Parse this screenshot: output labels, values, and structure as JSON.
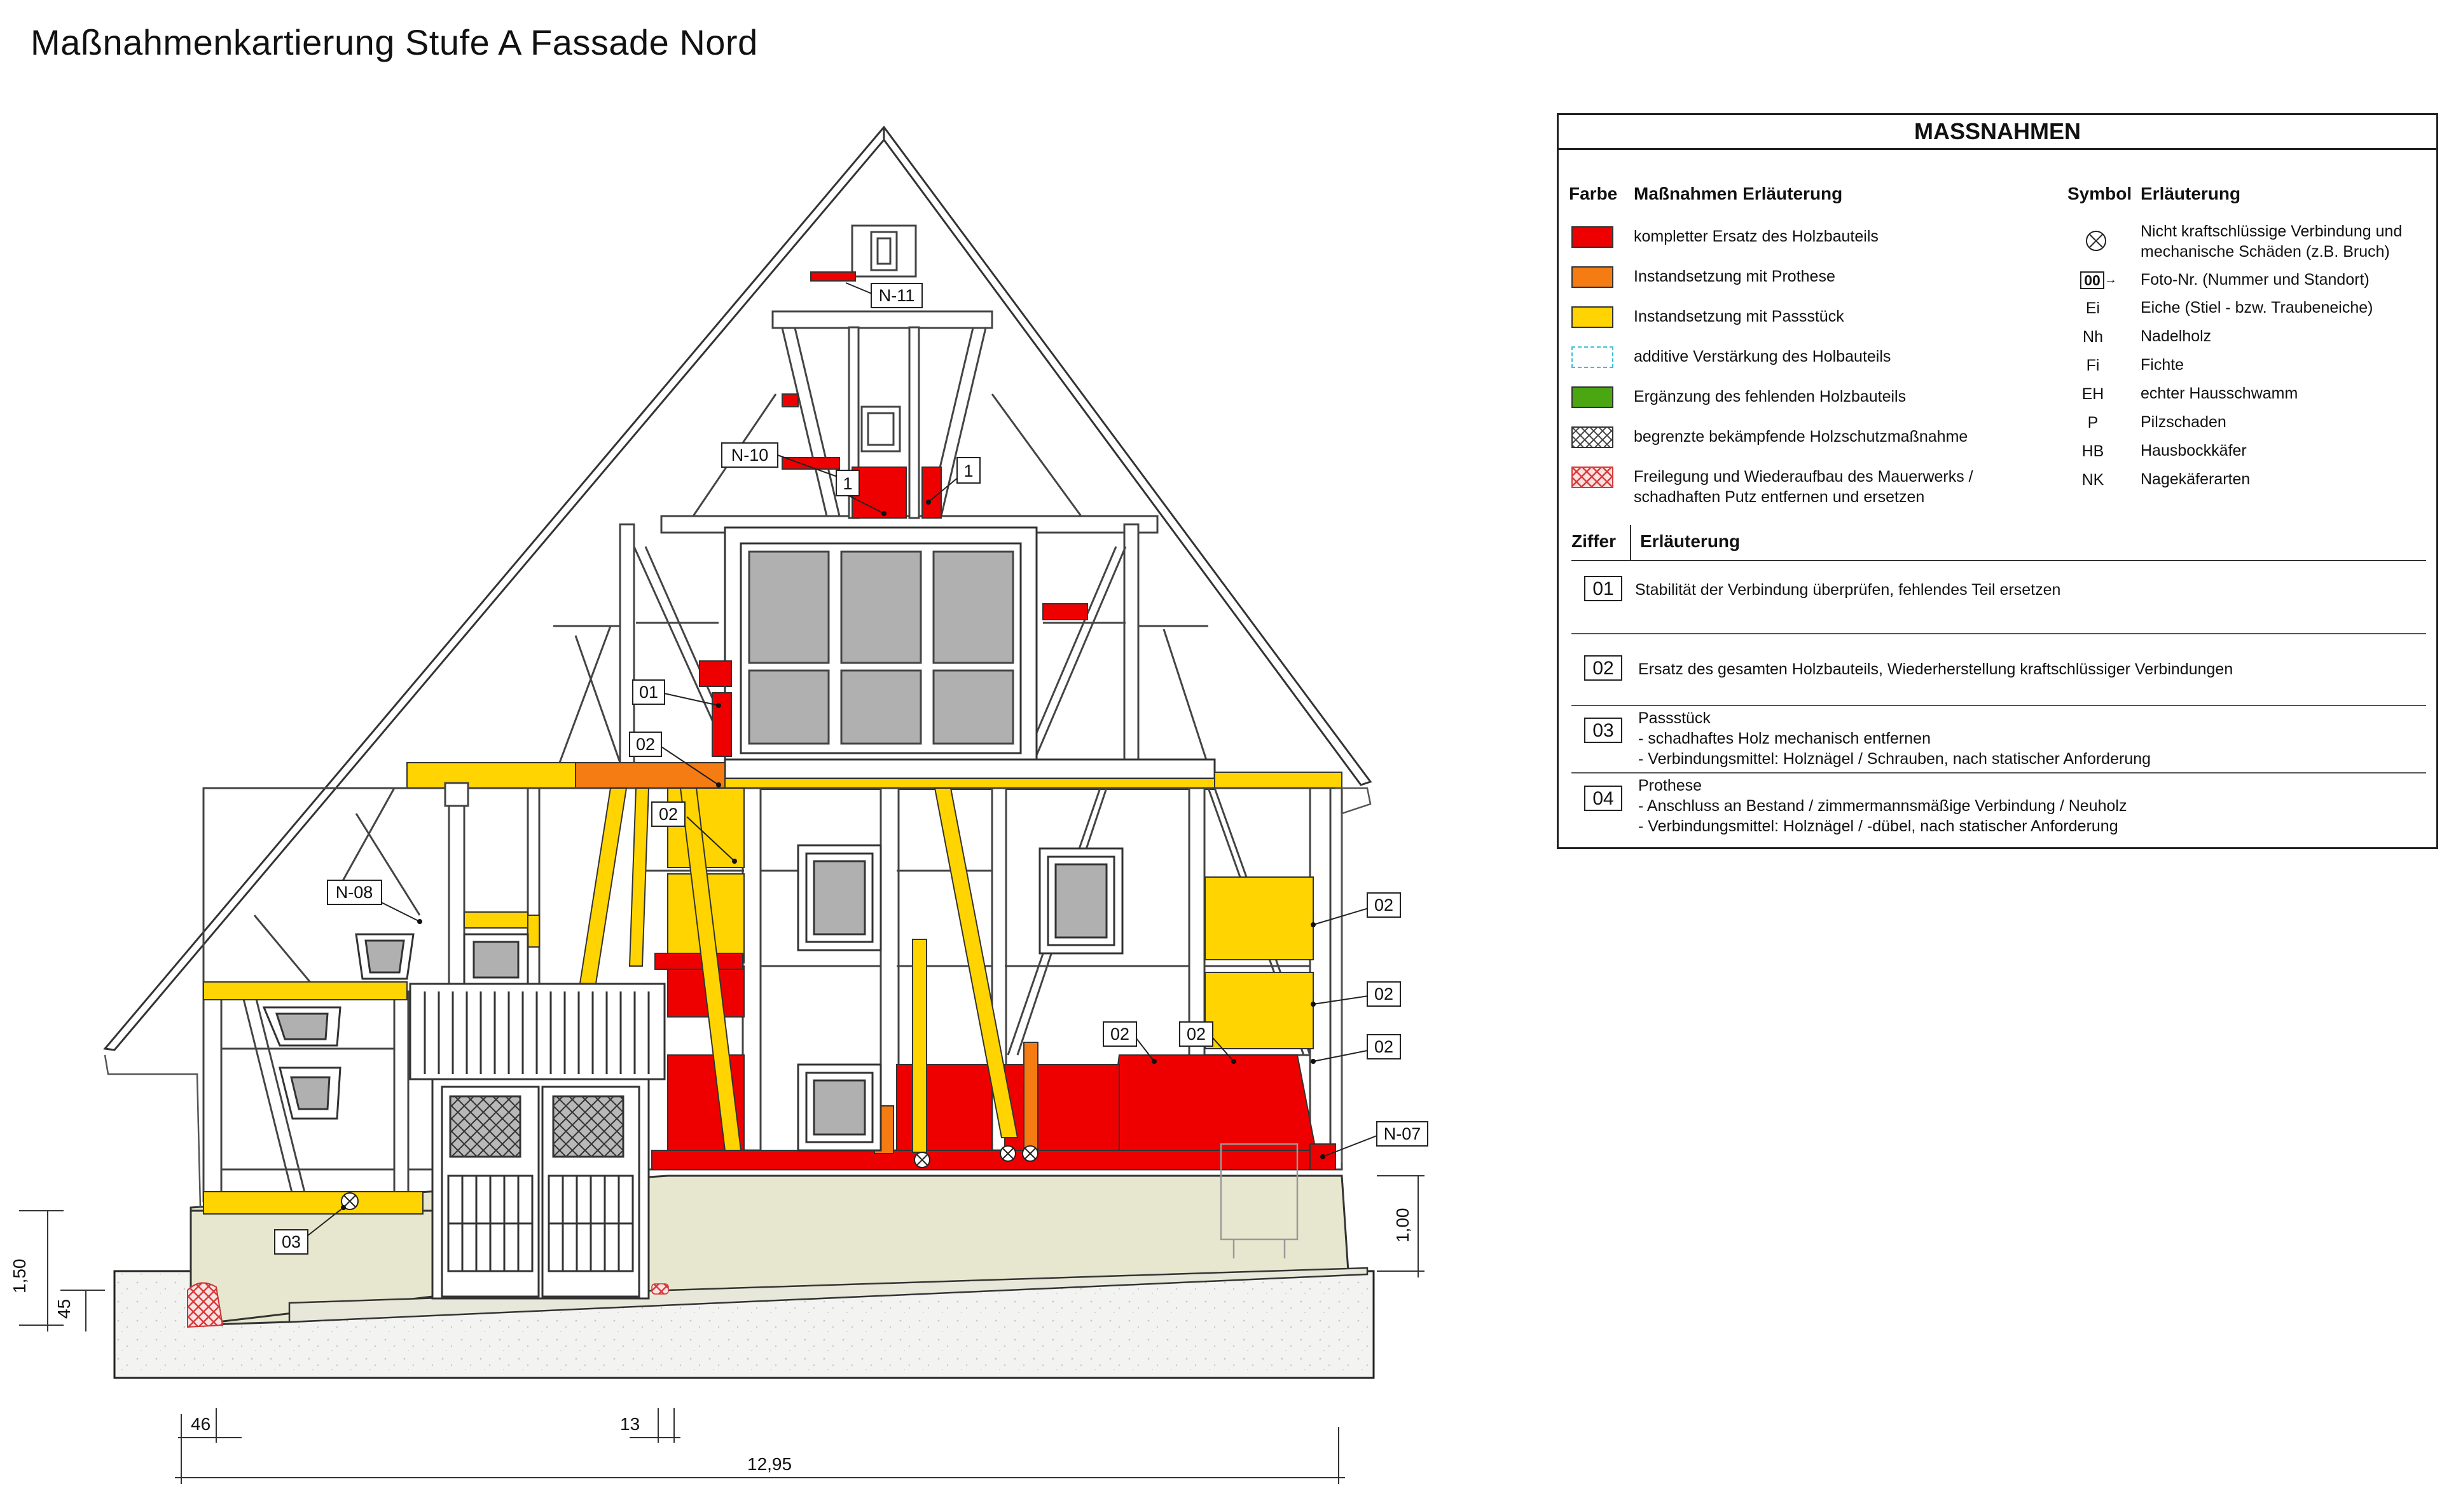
{
  "title": "Maßnahmenkartierung Stufe A Fassade Nord",
  "legend": {
    "heading": "MASSNAHMEN",
    "farbe_header": "Farbe",
    "massnahmen_header": "Maßnahmen Erläuterung",
    "symbol_header": "Symbol",
    "erlaeuterung_header": "Erläuterung",
    "colors": [
      {
        "label": "kompletter Ersatz des Holzbauteils",
        "color": "#ee0000"
      },
      {
        "label": "Instandsetzung mit Prothese",
        "color": "#f47c12"
      },
      {
        "label": "Instandsetzung mit Passstück",
        "color": "#ffd400"
      },
      {
        "label": "additive Verstärkung des Holbauteils",
        "color": "#3cc0d8"
      },
      {
        "label": "Ergänzung des fehlenden Holzbauteils",
        "color": "#4aa611"
      },
      {
        "label": "begrenzte bekämpfende Holzschutzmaßnahme",
        "color": "#333333"
      },
      {
        "label_line1": "Freilegung und Wiederaufbau des Mauerwerks /",
        "label_line2": "schadhaften Putz entfernen und ersetzen",
        "color": "#e65a5a"
      }
    ],
    "symbols": [
      {
        "symbol": "",
        "line1": "Nicht kraftschlüssige Verbindung und",
        "line2": "mechanische Schäden (z.B. Bruch)"
      },
      {
        "symbol": "00",
        "line1": "Foto-Nr. (Nummer und Standort)"
      },
      {
        "symbol": "Ei",
        "line1": "Eiche (Stiel - bzw. Traubeneiche)"
      },
      {
        "symbol": "Nh",
        "line1": "Nadelholz"
      },
      {
        "symbol": "Fi",
        "line1": "Fichte"
      },
      {
        "symbol": "EH",
        "line1": "echter Hausschwamm"
      },
      {
        "symbol": "P",
        "line1": "Pilzschaden"
      },
      {
        "symbol": "HB",
        "line1": "Hausbockkäfer"
      },
      {
        "symbol": "NK",
        "line1": "Nagekäferarten"
      }
    ],
    "ziffer_header": "Ziffer",
    "ziffer_erl_header": "Erläuterung",
    "ziffern": [
      {
        "num": "01",
        "lines": [
          "Stabilität der Verbindung überprüfen, fehlendes Teil ersetzen"
        ]
      },
      {
        "num": "02",
        "lines": [
          "Ersatz des gesamten Holzbauteils, Wiederherstellung kraftschlüssiger Verbindungen"
        ]
      },
      {
        "num": "03",
        "lines": [
          "Passstück",
          "- schadhaftes Holz mechanisch entfernen",
          "- Verbindungsmittel: Holznägel / Schrauben, nach statischer Anforderung"
        ]
      },
      {
        "num": "04",
        "lines": [
          "Prothese",
          "- Anschluss an Bestand / zimmermannsmäßige Verbindung / Neuholz",
          "- Verbindungsmittel: Holznägel / -dübel, nach statischer Anforderung"
        ]
      }
    ]
  },
  "labels": {
    "n11": "N-11",
    "n10": "N-10",
    "n08": "N-08",
    "n07": "N-07",
    "l1a": "1",
    "l1b": "1",
    "z01": "01",
    "z02a": "02",
    "z02b": "02",
    "z02c": "02",
    "z02d": "02",
    "z02e": "02",
    "z02f": "02",
    "z02g": "02",
    "z03": "03"
  },
  "dimensions": {
    "d150": "1,50",
    "d45": "45",
    "d100": "1,00",
    "d46": "46",
    "d13": "13",
    "d1295": "12,95"
  }
}
